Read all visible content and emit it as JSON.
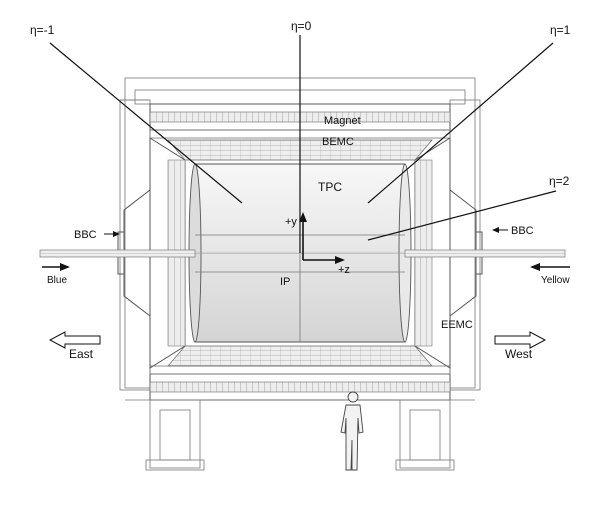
{
  "labels": {
    "eta_minus1": "η=-1",
    "eta_0": "η=0",
    "eta_1": "η=1",
    "eta_2": "η=2",
    "magnet": "Magnet",
    "bemc": "BEMC",
    "tpc": "TPC",
    "bbc_left": "BBC",
    "bbc_right": "BBC",
    "plus_y": "+y",
    "plus_z": "+z",
    "ip": "IP",
    "blue": "Blue",
    "yellow": "Yellow",
    "eemc": "EEMC",
    "east": "East",
    "west": "West"
  },
  "colors": {
    "outline": "#7a7a7a",
    "dark_line": "#111111",
    "shading_light": "#efefef",
    "shading_mid": "#d9d9d9",
    "shading_dark": "#b8b8b8"
  }
}
